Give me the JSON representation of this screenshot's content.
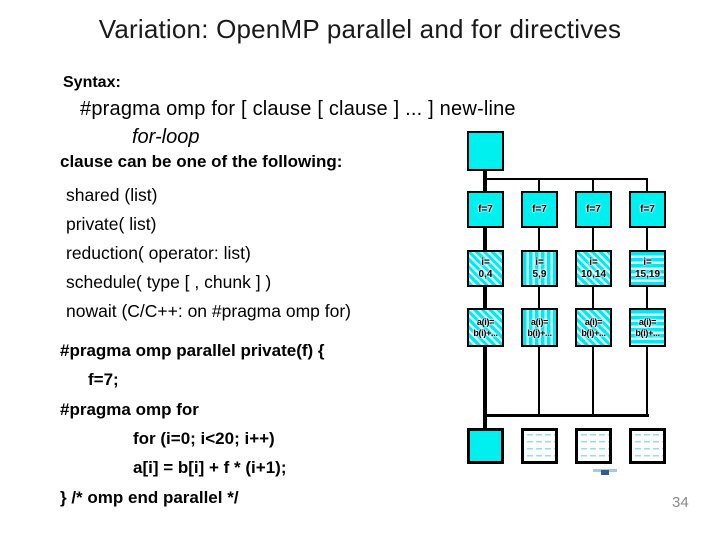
{
  "slide": {
    "title": "Variation: OpenMP parallel and for directives",
    "page_number": "34"
  },
  "syntax": {
    "heading": "Syntax:",
    "pragma_line": "#pragma omp for [ clause [ clause ] ... ] new-line",
    "for_loop": "for-loop",
    "clause_heading": "clause can be one of the following:",
    "clauses": [
      "shared (list)",
      "private( list)",
      "reduction( operator: list)",
      "schedule( type [ , chunk ] )",
      "nowait (C/C++: on #pragma omp for)"
    ]
  },
  "code": {
    "lines": [
      {
        "text": "#pragma omp parallel private(f) {"
      },
      {
        "text": "f=7;"
      },
      {
        "text": "#pragma omp for"
      },
      {
        "text": "for (i=0; i<20; i++)"
      },
      {
        "text": "a[i] = b[i] + f * (i+1);"
      },
      {
        "text": "} /* omp end parallel */"
      }
    ]
  },
  "diagram": {
    "description": "fork-join thread diagram: master thread forks 4 threads, each sets f=7, executes loop iteration chunks, computes a(i), then joins at barrier",
    "threads": [
      {
        "f": "f=7",
        "i_top": "i=",
        "i_range": "0,4",
        "a_top": "a(i)=",
        "a_bottom": "b(i)+...",
        "pattern": "diagonal"
      },
      {
        "f": "f=7",
        "i_top": "i=",
        "i_range": "5,9",
        "a_top": "a(i)=",
        "a_bottom": "b(i)+...",
        "pattern": "vertical"
      },
      {
        "f": "f=7",
        "i_top": "i=",
        "i_range": "10,14",
        "a_top": "a(i)=",
        "a_bottom": "b(i)+...",
        "pattern": "diagonal"
      },
      {
        "f": "f=7",
        "i_top": "i=",
        "i_range": "15,19",
        "a_top": "a(i)=",
        "a_bottom": "b(i)+...",
        "pattern": "horizontal"
      }
    ],
    "colors": {
      "thread_fill": "#00f0f0",
      "stripe_light": "#c8fbff",
      "line": "#000000",
      "marker_light": "#a9c6e2",
      "marker_dark": "#2f5e93"
    }
  }
}
